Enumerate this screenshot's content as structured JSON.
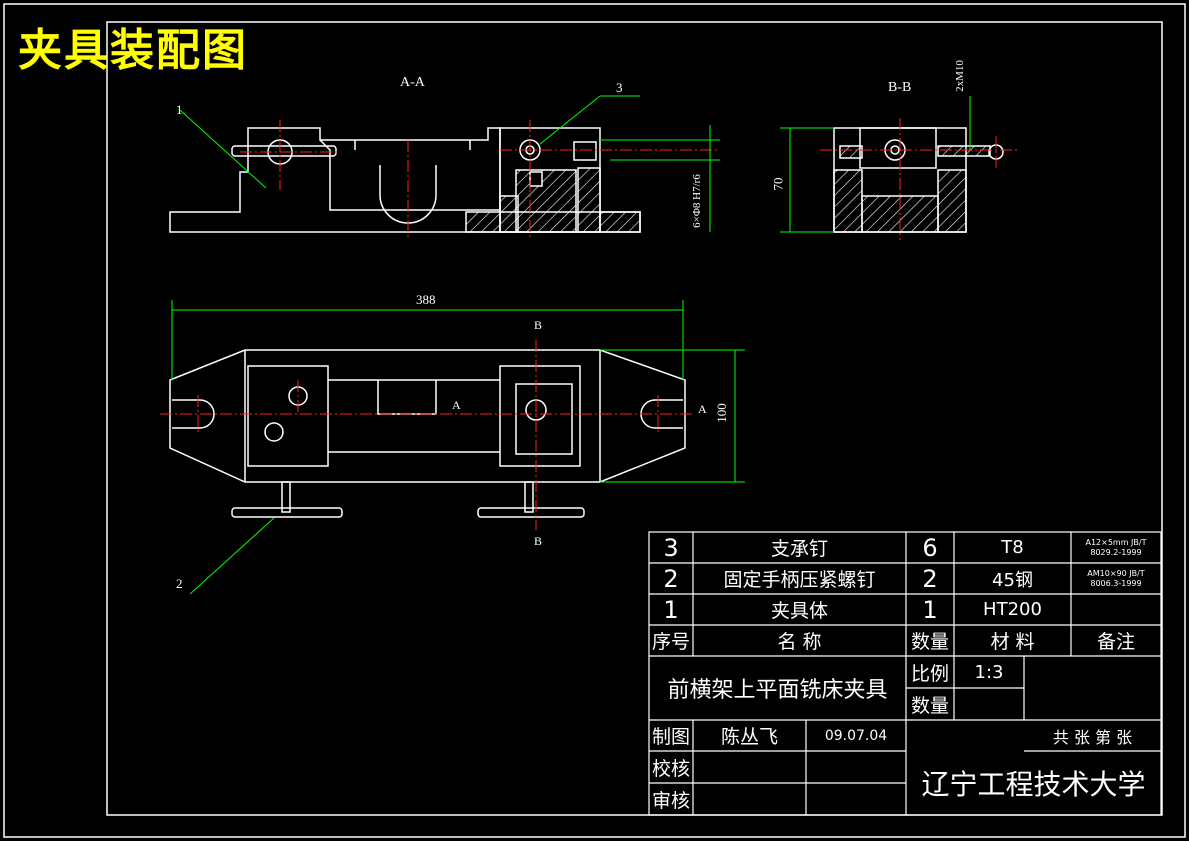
{
  "drawing_title": "夹具装配图",
  "views": {
    "section_aa": "A-A",
    "section_bb": "B-B",
    "cut_a": "A",
    "cut_b": "B"
  },
  "dimensions": {
    "length": "388",
    "width": "100",
    "height": "70",
    "hole_fit": "6×Φ8 H7/r6",
    "thread": "2xM10"
  },
  "balloons": [
    "1",
    "2",
    "3"
  ],
  "parts_table": {
    "rows": [
      {
        "no": "3",
        "name": "支承钉",
        "qty": "6",
        "material": "T8",
        "remark": "A12×5mm JB/T 8029.2-1999"
      },
      {
        "no": "2",
        "name": "固定手柄压紧螺钉",
        "qty": "2",
        "material": "45钢",
        "remark": "AM10×90 JB/T 8006.3-1999"
      },
      {
        "no": "1",
        "name": "夹具体",
        "qty": "1",
        "material": "HT200",
        "remark": ""
      }
    ],
    "headers": {
      "no": "序号",
      "name": "名 称",
      "qty": "数量",
      "material": "材 料",
      "remark": "备注"
    }
  },
  "title_block": {
    "product": "前横架上平面铣床夹具",
    "scale_label": "比例",
    "scale": "1:3",
    "qty_label": "数量",
    "drawn_label": "制图",
    "drawn_by": "陈丛飞",
    "date": "09.07.04",
    "check_label": "校核",
    "approve_label": "审核",
    "sheets": "共 张 第 张",
    "school": "辽宁工程技术大学"
  },
  "colors": {
    "outline": "#ffffff",
    "center": "#ff2020",
    "dimension": "#00ff00",
    "title": "#ffff00"
  }
}
